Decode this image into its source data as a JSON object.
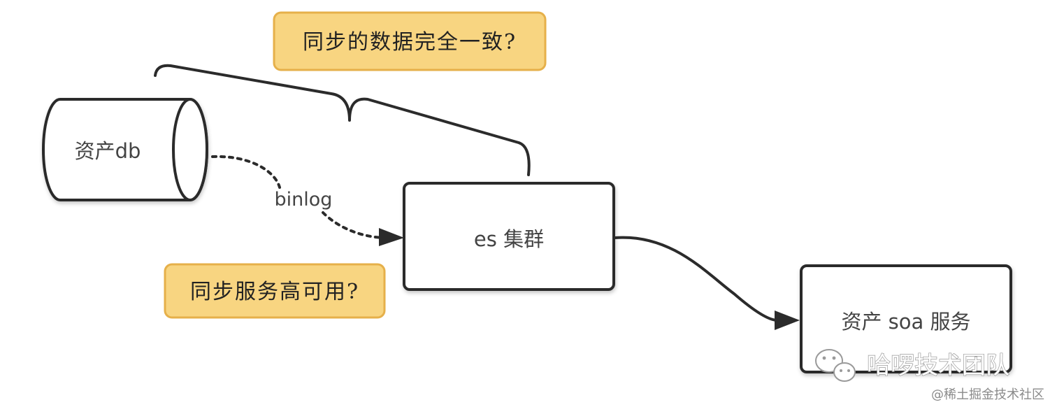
{
  "nodes": {
    "database": {
      "label": "资产db"
    },
    "es_cluster": {
      "label": "es 集群"
    },
    "soa_service": {
      "label": "资产 soa 服务"
    }
  },
  "edges": {
    "binlog": {
      "label": "binlog"
    }
  },
  "callouts": {
    "consistency": {
      "text": "同步的数据完全一致?"
    },
    "availability": {
      "text": "同步服务高可用?"
    }
  },
  "watermark": {
    "team": "哈啰技术团队",
    "platform": "@稀土掘金技术社区"
  },
  "colors": {
    "stroke": "#2b2b2b",
    "callout_fill": "#f8d581",
    "callout_border": "#e6b04a",
    "text": "#444444"
  }
}
